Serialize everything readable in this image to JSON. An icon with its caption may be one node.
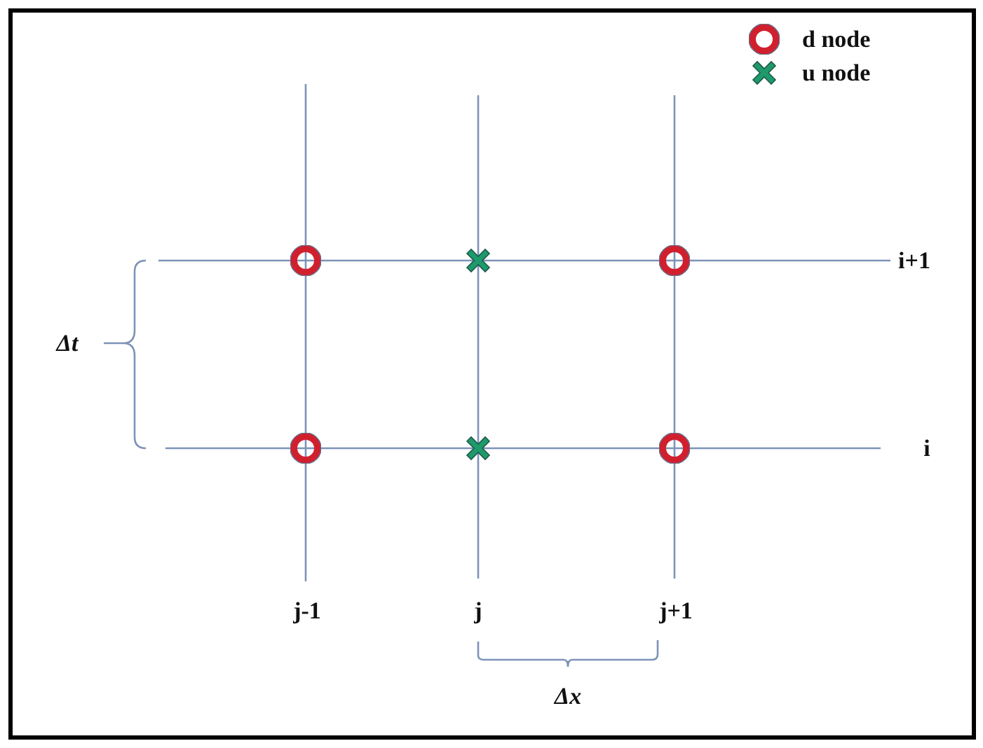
{
  "diagram": {
    "nodes": [
      {
        "text": [],
        "shape": "circle"
      },
      {
        "text": [],
        "shape": "cross"
      },
      {
        "text": [],
        "shape": "circle"
      },
      {
        "text": [],
        "shape": "circle"
      },
      {
        "text": [],
        "shape": "cross"
      },
      {
        "text": [],
        "shape": "circle"
      }
    ],
    "labels": [
      "i+1",
      "Δt",
      "i",
      "j-1",
      "j",
      "j+1",
      "Δx"
    ],
    "legend": [
      {
        "text": "d node"
      },
      {
        "text": "u node"
      }
    ]
  }
}
